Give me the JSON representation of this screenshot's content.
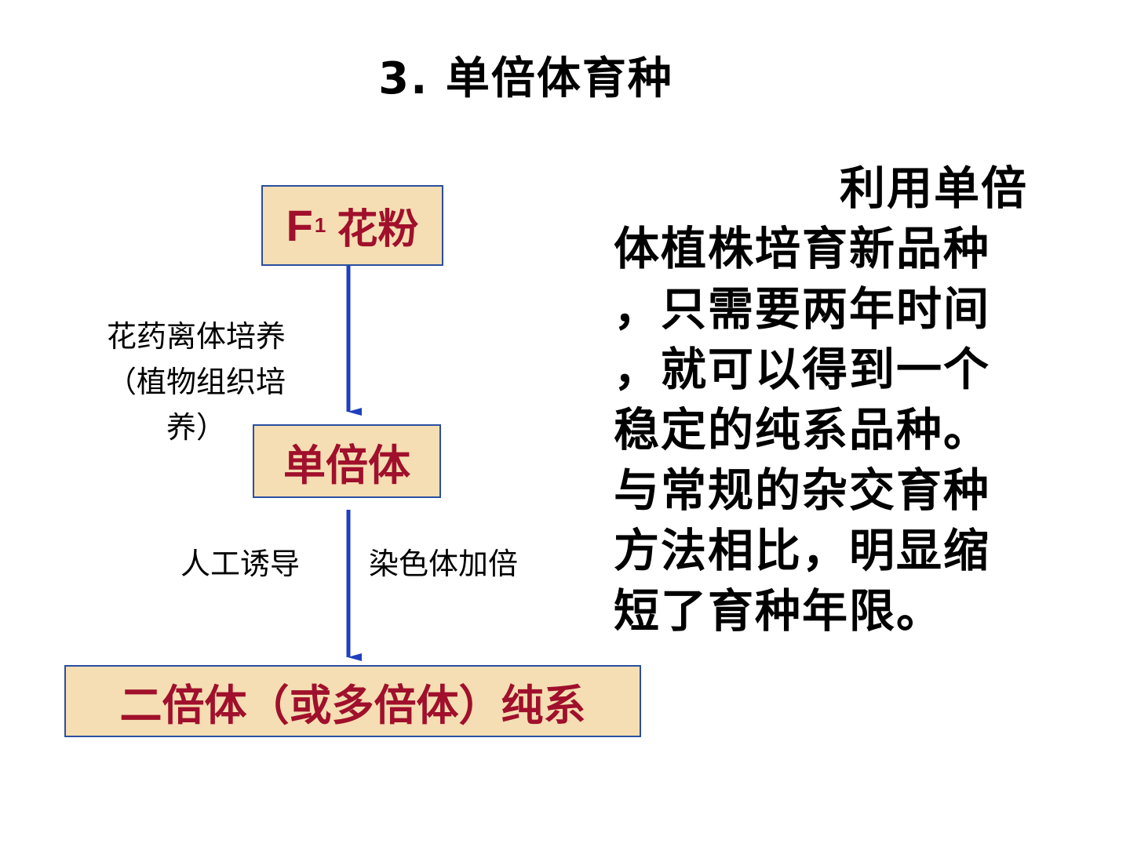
{
  "title": "3. 单倍体育种",
  "flow": {
    "box_f1": {
      "f": "F",
      "sub": "1",
      "text": "花粉"
    },
    "box_haploid": "单倍体",
    "box_diploid": "二倍体（或多倍体）纯系",
    "step1_lines": [
      "花药离体培养",
      "（植物组织培",
      "养）"
    ],
    "step2_left": "人工诱导",
    "step2_right": "染色体加倍"
  },
  "paragraph_lines": [
    "利用单倍",
    "体植株培育新品种",
    "，只需要两年时间",
    "，就可以得到一个",
    "稳定的纯系品种。",
    "与常规的杂交育种",
    "方法相比，明显缩",
    "短了育种年限。"
  ],
  "colors": {
    "box_fill": "#f5deb3",
    "box_border": "#2a4fa0",
    "box_text": "#a0102c",
    "arrow": "#1f3fbf"
  }
}
